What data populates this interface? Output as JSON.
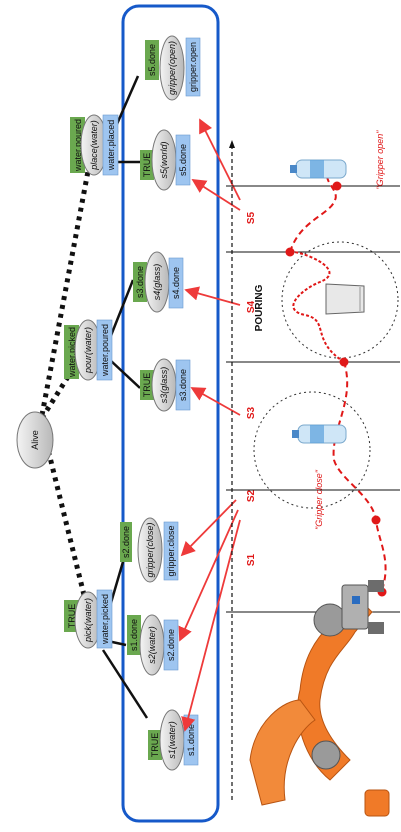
{
  "root": {
    "label": "Alive"
  },
  "branches": [
    {
      "id": "pick",
      "top": "TRUE",
      "mid": "pick(water)",
      "bot": "water.picked"
    },
    {
      "id": "pour",
      "top": "water.picked",
      "mid": "pour(water)",
      "bot": "water.poured"
    },
    {
      "id": "place",
      "top": "water.poured",
      "mid": "place(water)",
      "bot": "water.placed"
    }
  ],
  "leaves": [
    {
      "id": "s1",
      "top": "TRUE",
      "mid": "s1(water)",
      "bot": "s1.done"
    },
    {
      "id": "s2",
      "top": "s1.done",
      "mid": "s2(water)",
      "bot": "s2.done"
    },
    {
      "id": "grip-close",
      "top": "s2.done",
      "mid": "gripper(close)",
      "bot": "gripper.close"
    },
    {
      "id": "s3",
      "top": "TRUE",
      "mid": "s3(glass)",
      "bot": "s3.done"
    },
    {
      "id": "s4",
      "top": "s3.done",
      "mid": "s4(glass)",
      "bot": "s4.done"
    },
    {
      "id": "s5",
      "top": "TRUE",
      "mid": "s5(world)",
      "bot": "s5.done"
    },
    {
      "id": "grip-open",
      "top": "s5.done",
      "mid": "gripper(open)",
      "bot": "gripper.open"
    }
  ],
  "segments": [
    "S1",
    "S2",
    "S3",
    "S4",
    "S5"
  ],
  "phase_label": "POURING",
  "annotations": {
    "gripper_close": "\"Gripper close\"",
    "gripper_open": "\"Gripper open\""
  },
  "colors": {
    "frame": "#1659c9",
    "true_box": "#6aa84f",
    "cond_box": "#9ec5f0",
    "action": "#d9d9d9",
    "arrow": "#ee3a3a"
  }
}
